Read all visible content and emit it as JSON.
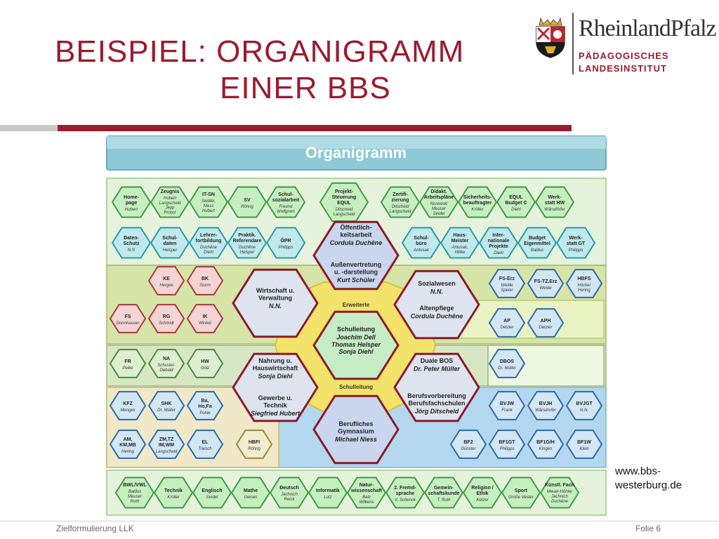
{
  "slide": {
    "title_line1": "BEISPIEL: ORGANIGRAMM",
    "title_line2": "EINER BBS",
    "logo_brand": "RheinlandPfalz",
    "logo_sub1": "PÄDAGOGISCHES",
    "logo_sub2": "LANDESINSTITUT",
    "url": "www.bbs-westerburg.de",
    "footer_left": "Zielformulierung LLK",
    "footer_right": "Folie 6"
  },
  "diagram": {
    "header": "Organigramm",
    "top_row1": [
      {
        "t": "Home-\npage",
        "n": "Hubert"
      },
      {
        "t": "Zeugnis",
        "n": "Hubert\nLangscheid\nJepp\nProbst"
      },
      {
        "t": "IT-SN",
        "n": "Seidler,\nNiess\nHubert"
      },
      {
        "t": "SV",
        "n": "Röhrig"
      },
      {
        "t": "Schul-\nsozialarbeit",
        "n": "Freund\nWolfgram"
      },
      {
        "t": "Projekt-\nSteuerung\nEQUL",
        "n": "Ditscheid\nLangscheid"
      },
      {
        "t": "Zertifi-\nzierung",
        "n": "Ditscheid\nLangscheid"
      },
      {
        "t": "Didakt.\nArbeitspläne",
        "n": "Norewski\nMeuser\nSeidel"
      },
      {
        "t": "Sicherheits-\nbeauftragter",
        "n": "Kröller"
      },
      {
        "t": "EQUL\nBudget C",
        "n": "Diehl"
      },
      {
        "t": "Werk-\nstatt HW",
        "n": "Wärsdörfer"
      }
    ],
    "top_row2": [
      {
        "t": "Daten-\nSchutz",
        "n": "N.N"
      },
      {
        "t": "Schul-\ndaten",
        "n": "Helsper"
      },
      {
        "t": "Lehrer-\nfortbildung",
        "n": "Duchêne\nDiehl"
      },
      {
        "t": "Praktik.\nReferendare",
        "n": "Duchêne\nHelsper"
      },
      {
        "t": "ÖPR",
        "n": "Philipps"
      },
      {
        "t": "Schul-\nbüro",
        "n": "Antusak"
      },
      {
        "t": "Haus-\nMeister",
        "n": "Antusak,\nWilke"
      },
      {
        "t": "Inter-\nnationale\nProjekte",
        "n": "Diehl"
      },
      {
        "t": "Budget\nEigenmittel",
        "n": "Baldus"
      },
      {
        "t": "Werk-\nstatt GT",
        "n": "Philipps"
      }
    ],
    "center": [
      {
        "t": "Öffentlich-\nkeitsarbeit",
        "n": "Cordula Duchêne"
      },
      {
        "t": "Außenvertretung\nu. -darstellung",
        "n": "Kurt Schüler"
      },
      {
        "t": "Wirtschaft u.\nVerwaltung",
        "n": "N.N."
      },
      {
        "t": "Sozialwesen",
        "n": "N.N."
      },
      {
        "t": "Altenpflege",
        "n": "Cordula Duchêne"
      },
      {
        "t": "Schulleitung",
        "n": "Joachim Dell\nThomas Helsper\nSonja Diehl"
      },
      {
        "t": "Nahrung u.\nHauswirtschaft",
        "n": "Sonja Diehl"
      },
      {
        "t": "Gewerbe u.\nTechnik",
        "n": "Siegfried Hubert"
      },
      {
        "t": "Duale BOS",
        "n": "Dr. Peter Müller"
      },
      {
        "t": "Berufsvorbereitung\nBerufsfachschulen",
        "n": "Jörg Ditscheid"
      },
      {
        "t": "Berufliches\nGymnasium",
        "n": "Michael Niess"
      }
    ],
    "ring_labels": [
      "Erweiterte",
      "Schulleitung"
    ],
    "left_red": [
      {
        "t": "KE",
        "n": "Herges"
      },
      {
        "t": "BK",
        "n": "Sturm"
      },
      {
        "t": "FS",
        "n": "Donnhauser"
      },
      {
        "t": "RG",
        "n": "Schmidt"
      },
      {
        "t": "IK",
        "n": "Winkel"
      }
    ],
    "left_green": [
      {
        "t": "FR",
        "n": "Pelke"
      },
      {
        "t": "NA",
        "n": "Schuster-\nDebald"
      },
      {
        "t": "HW",
        "n": "Gölz"
      }
    ],
    "left_blue": [
      {
        "t": "KFZ",
        "n": "Menges"
      },
      {
        "t": "SHK",
        "n": "Dr. Müller"
      },
      {
        "t": "Ba,\nHo,Fa",
        "n": "Pohle"
      },
      {
        "t": "AM,\nKM,MB",
        "n": "Hering"
      },
      {
        "t": "ZM,TZ\nIM,WM",
        "n": "Langscheid"
      },
      {
        "t": "EL",
        "n": "Triesch"
      },
      {
        "t": "HBFI",
        "n": "Röhrig"
      }
    ],
    "right_blue_top": [
      {
        "t": "FS-Erz",
        "n": "Weide\nSpeier"
      },
      {
        "t": "FS-TZ.Erz",
        "n": "Weide"
      },
      {
        "t": "HBFS",
        "n": "Höcker\nHering"
      },
      {
        "t": "AP",
        "n": "Detzler"
      },
      {
        "t": "APH",
        "n": "Detzler"
      }
    ],
    "right_dbos": [
      {
        "t": "DBOS",
        "n": "Dr. Müller"
      }
    ],
    "right_bottom": [
      {
        "t": "BVJW",
        "n": "Frank"
      },
      {
        "t": "BVJH",
        "n": "Wärsdorfer"
      },
      {
        "t": "BVJGT",
        "n": "N.N."
      },
      {
        "t": "BF2",
        "n": "Günster"
      },
      {
        "t": "BF1GT",
        "n": "Philipps"
      },
      {
        "t": "BF1G/H",
        "n": "Kingen"
      },
      {
        "t": "BF1W",
        "n": "Klein"
      }
    ],
    "bottom_row": [
      {
        "t": "BWL/VWL",
        "n": "Baldus\nMeuser\nRoth"
      },
      {
        "t": "Technik",
        "n": "Kröller"
      },
      {
        "t": "Englisch",
        "n": "Seidel"
      },
      {
        "t": "Mathe",
        "n": "Giesen"
      },
      {
        "t": "Deutsch",
        "n": "Jachnich\nReick"
      },
      {
        "t": "Informatik",
        "n": "Lutz"
      },
      {
        "t": "Natur-\nwissenschaft",
        "n": "Belz\nWilkens"
      },
      {
        "t": "2. Fremd-\nsprache",
        "n": "V. Schenck"
      },
      {
        "t": "Gemein-\nschaftskunde",
        "n": "T. Roth"
      },
      {
        "t": "Religion /\nEthik",
        "n": "Ketzer"
      },
      {
        "t": "Sport",
        "n": "Große Vester"
      },
      {
        "t": "Künstl. Fach",
        "n": "Meuer-Höhler\nJachnich\nDuchêne"
      }
    ]
  },
  "colors": {
    "title": "#9b1b2f",
    "hex_green": "#c6efc0",
    "hex_teal": "#bfe9ec",
    "hex_red": "#f4d4d4",
    "hex_center": "#dde4f0",
    "band_olive": "#d7e4a8",
    "band_blue": "#b3d7ef"
  }
}
